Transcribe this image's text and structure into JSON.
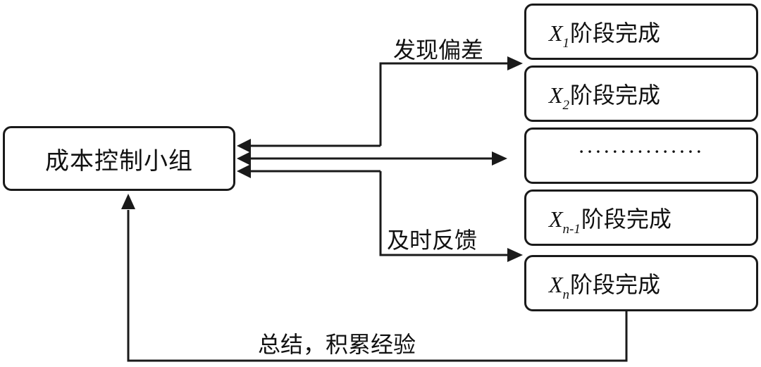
{
  "diagram": {
    "main_node": {
      "label": "成本控制小组"
    },
    "stages": [
      {
        "var": "X",
        "sub": "1",
        "text": "阶段完成"
      },
      {
        "var": "X",
        "sub": "2",
        "text": "阶段完成"
      },
      {
        "ellipsis": "···············"
      },
      {
        "var": "X",
        "sub": "n-1",
        "text": "阶段完成"
      },
      {
        "var": "X",
        "sub": "n",
        "text": "阶段完成"
      }
    ],
    "edge_labels": {
      "deviation": "发现偏差",
      "feedback": "及时反馈",
      "summary": "总结，积累经验"
    },
    "line_color": "#1a1a1a"
  }
}
